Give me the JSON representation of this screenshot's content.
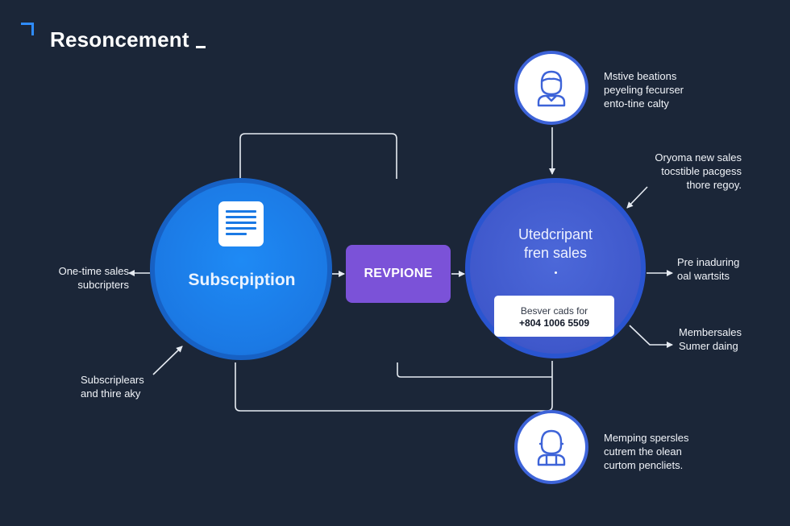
{
  "header": {
    "title": "Resoncement"
  },
  "colors": {
    "background": "#1b2638",
    "subscription_circle": "#1b79e4",
    "middle_box": "#7b52d8",
    "right_circle": "#3f58cb",
    "accent": "#2f8cff",
    "wire": "#e6ebf2"
  },
  "icons": {
    "subscription": "document-icon",
    "top_avatar": "user-icon",
    "bottom_avatar": "user-icon"
  },
  "nodes": {
    "subscription": {
      "label": "Subscpiption"
    },
    "middle": {
      "label": "REVPIONE"
    },
    "right": {
      "label_line1": "Utedcripant",
      "label_line2": "fren sales",
      "card_line1": "Besver cads for",
      "card_line2": "+804 1006 5509"
    }
  },
  "notes": {
    "left_1": [
      "One-time sales",
      "subcripters"
    ],
    "left_2": [
      "Subscriplears",
      "and thire aky"
    ],
    "right_top": [
      "Mstive beations",
      "peyeling fecurser",
      "ento-tine calty"
    ],
    "right_2": [
      "Oryoma new sales",
      "tocstible pacgess",
      "thore regoy."
    ],
    "right_3": [
      "Pre inaduring",
      "oal wartsits"
    ],
    "right_4": [
      "Membersales",
      "Sumer daing"
    ],
    "right_bottom": [
      "Memping spersles",
      "cutrem the olean",
      "curtom pencliets."
    ]
  }
}
